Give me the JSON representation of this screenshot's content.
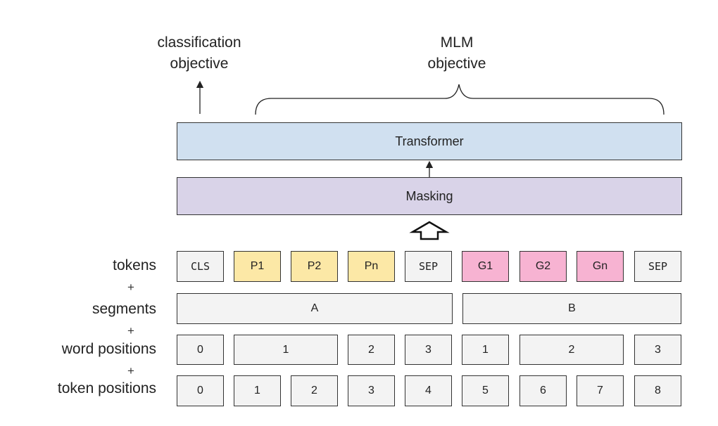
{
  "objectives": {
    "classification": [
      "classification",
      "objective"
    ],
    "mlm": [
      "MLM",
      "objective"
    ]
  },
  "layers": {
    "transformer": "Transformer",
    "masking": "Masking"
  },
  "row_labels": {
    "tokens": "tokens",
    "segments": "segments",
    "word_positions": "word positions",
    "token_positions": "token positions",
    "plus": "+"
  },
  "tokens": [
    "CLS",
    "P1",
    "P2",
    "Pn",
    "SEP",
    "G1",
    "G2",
    "Gn",
    "SEP"
  ],
  "segments": [
    "A",
    "B"
  ],
  "word_positions": [
    "0",
    "1",
    "2",
    "3",
    "1",
    "2",
    "3"
  ],
  "token_positions": [
    "0",
    "1",
    "2",
    "3",
    "4",
    "5",
    "6",
    "7",
    "8"
  ],
  "colors": {
    "transformer": "#d0e0f0",
    "masking": "#d9d3e8",
    "prompt_token": "#fce8a6",
    "gold_token": "#f7b3d2",
    "neutral_box": "#f3f3f3"
  }
}
